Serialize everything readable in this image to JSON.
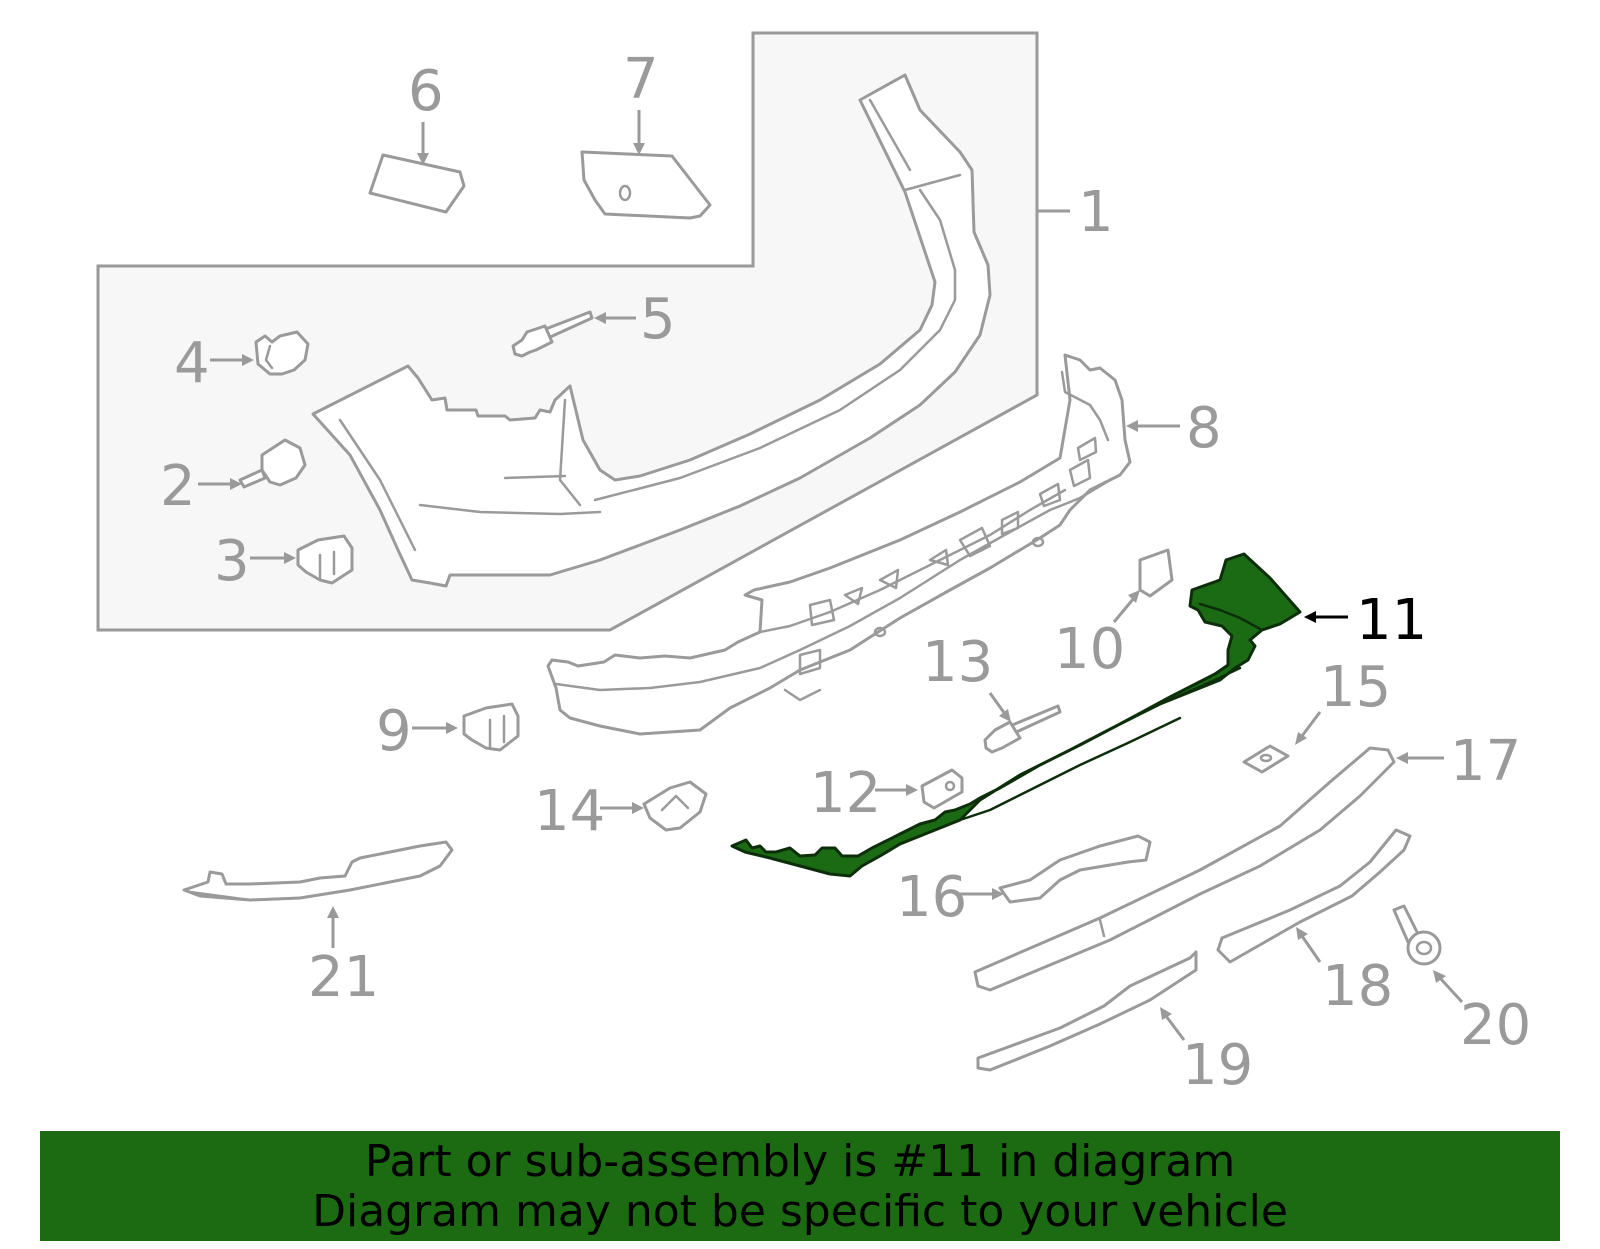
{
  "diagram": {
    "highlighted_part": "11",
    "highlight_color": "#1b6b14",
    "callouts": [
      "1",
      "2",
      "3",
      "4",
      "5",
      "6",
      "7",
      "8",
      "9",
      "10",
      "11",
      "12",
      "13",
      "14",
      "15",
      "16",
      "17",
      "18",
      "19",
      "20",
      "21"
    ]
  },
  "banner": {
    "line1": "Part or sub-assembly is #11 in diagram",
    "line2": "Diagram may not be specific to your vehicle",
    "background": "#1c6b12"
  }
}
